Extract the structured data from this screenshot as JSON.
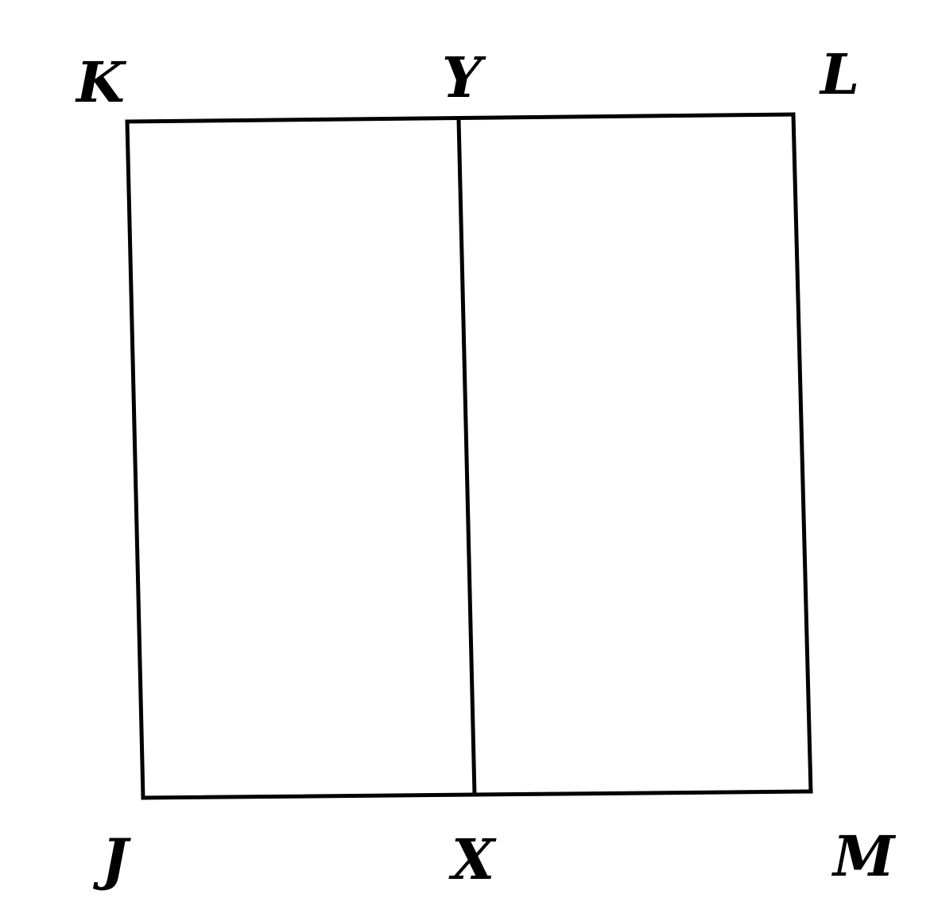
{
  "diagram": {
    "vertices": {
      "K": "K",
      "Y": "Y",
      "L": "L",
      "J": "J",
      "X": "X",
      "M": "M"
    },
    "segments": [
      "KL",
      "LM",
      "MJ",
      "JK",
      "YX"
    ],
    "colors": {
      "line": "#000000",
      "background": "#ffffff"
    }
  }
}
